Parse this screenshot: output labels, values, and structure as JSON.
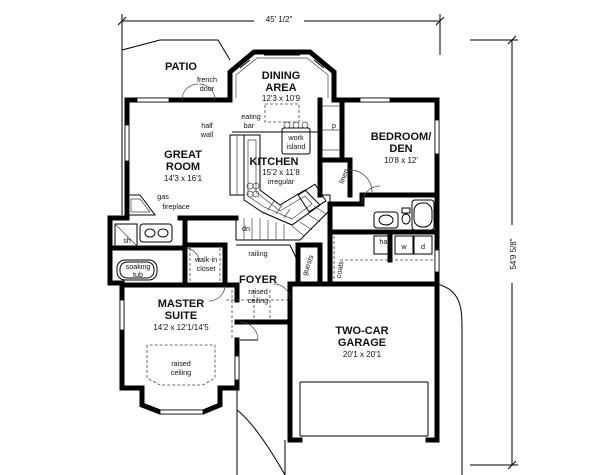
{
  "dimensions": {
    "width": "45' 1/2\"",
    "depth": "54'9 5/8\""
  },
  "rooms": {
    "patio": {
      "name": "PATIO"
    },
    "dining": {
      "name1": "DINING",
      "name2": "AREA",
      "size": "12'3 x 10'9"
    },
    "great": {
      "name1": "GREAT",
      "name2": "ROOM",
      "size": "14'3 x 16'1"
    },
    "kitchen": {
      "name": "KITCHEN",
      "size": "15'2 x 11'8",
      "note": "irregular"
    },
    "bedroom": {
      "name1": "BEDROOM/",
      "name2": "DEN",
      "size": "10'8 x 12'"
    },
    "foyer": {
      "name": "FOYER",
      "note1": "raised",
      "note2": "ceiling"
    },
    "master": {
      "name1": "MASTER",
      "name2": "SUITE",
      "size": "14'2 x 12'1/14'5"
    },
    "garage": {
      "name1": "TWO-CAR",
      "name2": "GARAGE",
      "size": "20'1 x 20'1"
    }
  },
  "labels": {
    "french": "french",
    "door": "door",
    "eating": "eating",
    "bar": "bar",
    "half": "half",
    "wall": "wall",
    "work": "work",
    "island": "island",
    "gas": "gas",
    "fireplace": "fireplace",
    "walkin": "walk-in",
    "closet": "closet",
    "soaking": "soaking",
    "tub": "tub",
    "sh": "sh",
    "raised": "raised",
    "ceiling": "ceiling",
    "dn": "dn",
    "railing": "railing",
    "linen": "linen",
    "guests": "guests",
    "coats": "coats",
    "p": "p",
    "hall": "hall",
    "w": "w",
    "d": "d"
  }
}
